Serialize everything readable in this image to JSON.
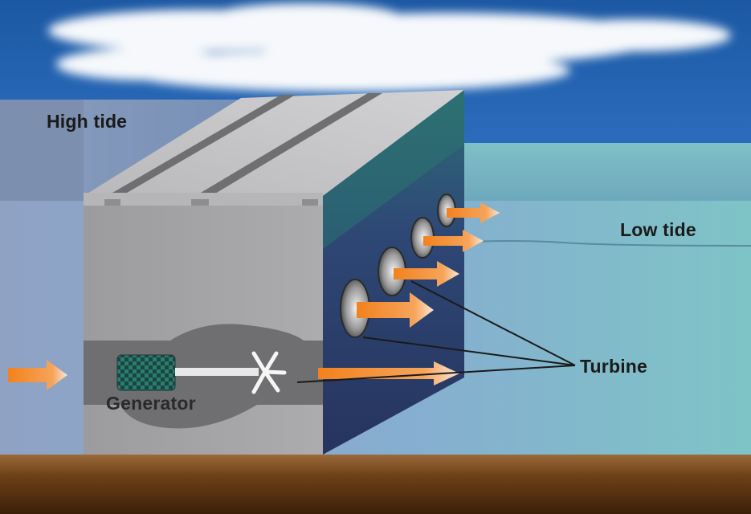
{
  "labels": {
    "high_tide": "High tide",
    "low_tide": "Low tide",
    "turbine": "Turbine",
    "generator": "Generator"
  },
  "colors": {
    "sky": "#1f5fa8",
    "cloud": "#ffffff",
    "high_water": "#7f94b4",
    "low_water": "#7dbcc4",
    "concrete_front": "#a3a3a5",
    "concrete_top": "#c4c4c6",
    "dam_side": "#2d3d6c",
    "arrow": "#f08a2c",
    "ground": "#6b3e16",
    "generator": "#2e7e74"
  }
}
